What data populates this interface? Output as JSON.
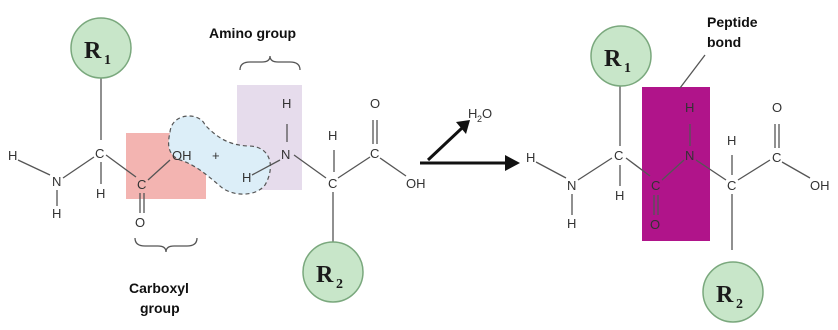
{
  "labels": {
    "amino_group": "Amino group",
    "carboxyl_group_line1": "Carboxyl",
    "carboxyl_group_line2": "group",
    "peptide_bond_line1": "Peptide",
    "peptide_bond_line2": "bond"
  },
  "molecule": {
    "r_symbol": "R",
    "r1_subscript": "1",
    "r2_subscript": "2",
    "water_main": "H",
    "water_subscript": "2",
    "water_tail": "O",
    "atoms": {
      "H": "H",
      "N": "N",
      "C": "C",
      "O": "O",
      "OH": "OH",
      "plus": "+"
    }
  },
  "colors": {
    "r_group_fill": "#c8e6c9",
    "r_group_stroke": "#7aa87d",
    "carboxyl_highlight": "#f1a7a3",
    "amino_highlight": "#e6dcec",
    "water_outline_fill": "#dceef8",
    "peptide_highlight": "#b0148a"
  },
  "icons": [
    "reaction-arrow-icon",
    "water-release-arrow-icon",
    "curly-brace-icon"
  ]
}
